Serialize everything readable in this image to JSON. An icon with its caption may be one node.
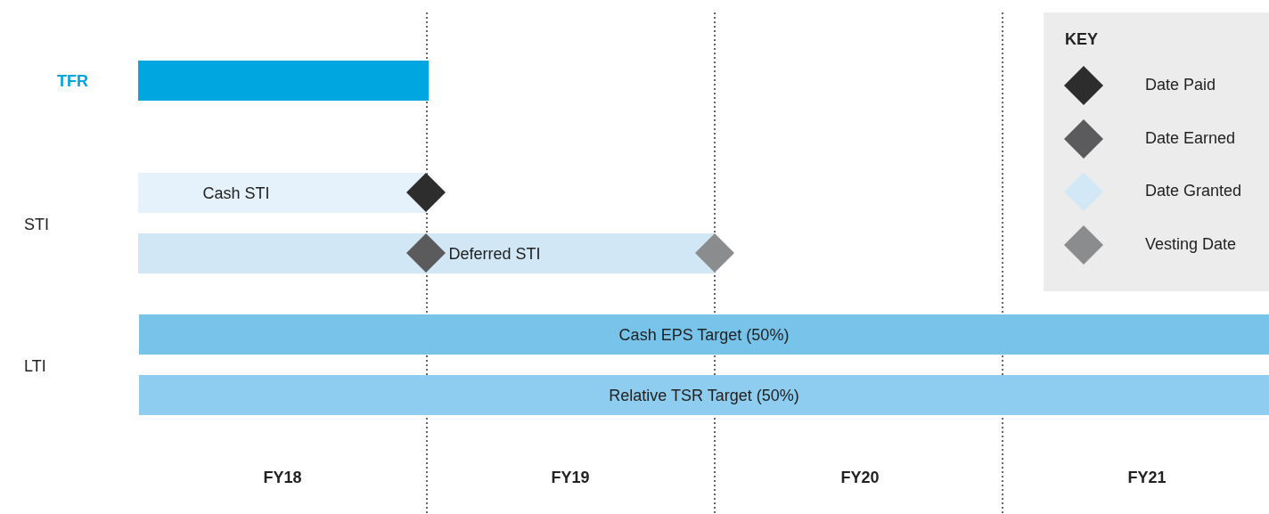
{
  "diagram": {
    "nodes": [
      {
        "text": [],
        "shape": "bar",
        "beside": [
          "TFR"
        ]
      },
      {
        "text": [
          "Cash STI"
        ]
      },
      {
        "text": [
          "Deferred STI"
        ]
      },
      {
        "text": [
          "Cash EPS Target (50%)"
        ]
      },
      {
        "text": [
          "Relative TSR Target (50%)"
        ]
      },
      {
        "text": [],
        "shape": "diamond"
      },
      {
        "text": [],
        "shape": "diamond",
        "in": 2
      },
      {
        "text": [],
        "shape": "diamond"
      }
    ],
    "labels": [
      "STI",
      "LTI",
      "FY18",
      "FY19",
      "FY20",
      "FY21",
      "KEY"
    ],
    "legend": [
      {
        "text": "Date Paid",
        "color": "#2d2d2e"
      },
      {
        "text": "Date Earned",
        "color": "#5b5b5d"
      },
      {
        "text": "Date Granted",
        "color": "#d3e8f6"
      },
      {
        "text": "Vesting Date",
        "color": "#8b8c8e"
      }
    ]
  }
}
